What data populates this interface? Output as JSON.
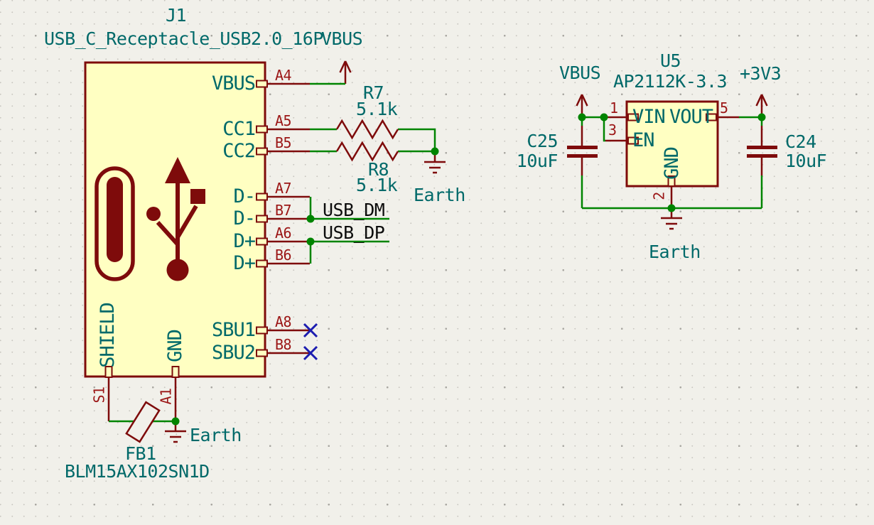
{
  "schematic": {
    "j1": {
      "reference": "J1",
      "value": "USB_C_Receptacle_USB2.0_16P",
      "pin_names": {
        "vbus": "VBUS",
        "cc1": "CC1",
        "cc2": "CC2",
        "dm_a": "D-",
        "dm_b": "D-",
        "dp_a": "D+",
        "dp_b": "D+",
        "sbu1": "SBU1",
        "sbu2": "SBU2",
        "shield": "SHIELD",
        "gnd": "GND"
      },
      "pin_numbers": {
        "vbus": "A4",
        "cc1": "A5",
        "cc2": "B5",
        "dm_a": "A7",
        "dm_b": "B7",
        "dp_a": "A6",
        "dp_b": "B6",
        "sbu1": "A8",
        "sbu2": "B8",
        "shield": "S1",
        "gnd": "A1"
      }
    },
    "power_flags": {
      "vbus_j1": "VBUS",
      "vbus_u5": "VBUS",
      "plus3v3": "+3V3"
    },
    "resistors": {
      "r7": {
        "reference": "R7",
        "value": "5.1k"
      },
      "r8": {
        "reference": "R8",
        "value": "5.1k"
      }
    },
    "capacitors": {
      "c25": {
        "reference": "C25",
        "value": "10uF"
      },
      "c24": {
        "reference": "C24",
        "value": "10uF"
      }
    },
    "ferrite_bead": {
      "reference": "FB1",
      "value": "BLM15AX102SN1D"
    },
    "u5": {
      "reference": "U5",
      "value": "AP2112K-3.3",
      "pin_names": {
        "vin": "VIN",
        "vout": "VOUT",
        "en": "EN",
        "gnd": "GND"
      },
      "pin_numbers": {
        "vin": "1",
        "en": "3",
        "vout": "5",
        "gnd": "2"
      }
    },
    "net_labels": {
      "usb_dm": "USB_DM",
      "usb_dp": "USB_DP"
    },
    "ground_labels": {
      "cc_earth": "Earth",
      "shield_earth": "Earth",
      "u5_earth": "Earth"
    }
  },
  "colors": {
    "background": "#F1F0EA",
    "symbol_outline": "#7E0B0B",
    "symbol_fill": "#FFFFC2",
    "wire_green": "#008400",
    "junction_green": "#008400",
    "pin_name_teal": "#006969",
    "pin_number_red": "#9B1515",
    "field_text_teal": "#006969",
    "net_label_black": "#0C0C0C",
    "no_connect_blue": "#1C1CB0"
  }
}
